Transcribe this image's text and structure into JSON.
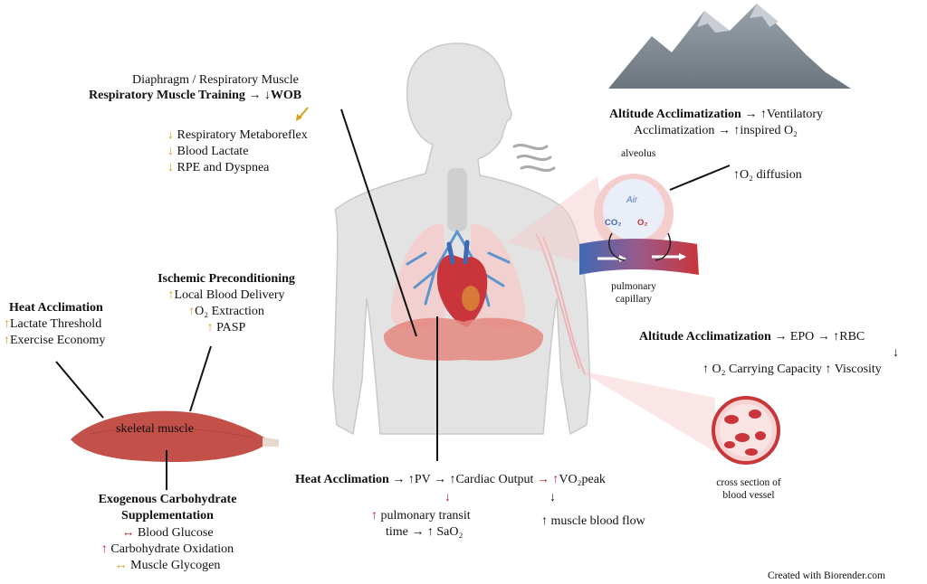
{
  "colors": {
    "skin": "#e3e3e3",
    "skin_outline": "#c9c9c9",
    "lung": "#f3d0d0",
    "diaphragm": "#e3877f",
    "muscle": "#c4504a",
    "artery": "#c9353a",
    "vein": "#3f69b3",
    "bronchi": "#5d96cc",
    "mountain": "#7d8790",
    "arrow_gold": "#d4a21c",
    "arrow_red": "#b5272d"
  },
  "diaphragm": {
    "line1": "Diaphragm / Respiratory Muscle",
    "line2": "Respiratory Muscle Training → ↓WOB",
    "effects": [
      {
        "arrow": "↓",
        "text": "Respiratory Metaboreflex"
      },
      {
        "arrow": "↓",
        "text": "Blood Lactate"
      },
      {
        "arrow": "↓",
        "text": "RPE and Dyspnea"
      }
    ]
  },
  "ischemic": {
    "title": "Ischemic Preconditioning",
    "effects": [
      {
        "arrow": "↑",
        "text": "Local Blood Delivery"
      },
      {
        "arrow": "↑",
        "text": "O₂ Extraction"
      },
      {
        "arrow": "↑",
        "text": "PASP"
      }
    ]
  },
  "heat_left": {
    "title": "Heat Acclimation",
    "effects": [
      {
        "arrow": "↑",
        "text": "Lactate Threshold"
      },
      {
        "arrow": "↑",
        "text": "Exercise Economy"
      }
    ]
  },
  "skeletal_muscle_label": "skeletal muscle",
  "carb": {
    "title_line1": "Exogenous Carbohydrate",
    "title_line2": "Supplementation",
    "effects": [
      {
        "arrow": "↔",
        "text": "Blood Glucose"
      },
      {
        "arrow": "↑",
        "text": "Carbohydrate Oxidation"
      },
      {
        "arrow": "↔",
        "text": "Muscle Glycogen"
      }
    ]
  },
  "altitude_top": {
    "line1_bold": "Altitude Acclimatization",
    "line1_rest": "→ ↑Ventilatory",
    "line2": "Acclimatization → ↑inspired O₂",
    "diffusion": "↑O₂  diffusion"
  },
  "alveolus": {
    "label": "alveolus",
    "air": "Air",
    "co2": "CO₂",
    "o2": "O₂",
    "capillary_line1": "pulmonary",
    "capillary_line2": "capillary"
  },
  "altitude_mid": {
    "bold": "Altitude Acclimatization",
    "rest": "→  EPO → ↑RBC",
    "down": "↓",
    "line2": "↑ O₂ Carrying Capacity ↑ Viscosity"
  },
  "vessel": {
    "line1": "cross section of",
    "line2": "blood vessel"
  },
  "heat_bottom": {
    "bold": "Heat Acclimation",
    "chain": "→ ↑PV → ↑Cardiac Output",
    "arrow_red": "→ ↑",
    "vo2": "VO₂peak",
    "down_red": "↓",
    "down_black": "↓",
    "transit_arrow": "↑",
    "transit_line1": "pulmonary transit",
    "transit_line2": "time → ↑ SaO₂",
    "flow": "↑ muscle blood flow"
  },
  "credit": "Created with Biorender.com"
}
